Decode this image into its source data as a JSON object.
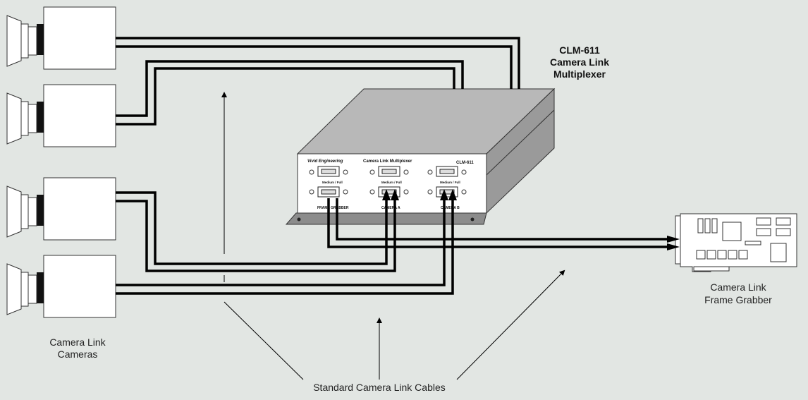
{
  "multiplexer_title": {
    "line1": "CLM-611",
    "line2": "Camera Link",
    "line3": "Multiplexer"
  },
  "device_panel": {
    "brand": "Vivid Engineering",
    "name": "Camera Link Multiplexer",
    "model": "CLM-611",
    "port_mode_label": "Medium / Full",
    "port_labels": [
      "FRAME GRABBER",
      "CAMERA A",
      "CAMERA B"
    ]
  },
  "labels": {
    "cameras": [
      "Camera Link",
      "Cameras"
    ],
    "frame_grabber": [
      "Camera Link",
      "Frame Grabber"
    ],
    "cables": "Standard Camera Link Cables"
  },
  "colors": {
    "background": "#e2e6e3",
    "box_front": "#ffffff",
    "box_top": "#b8b8b8",
    "box_side": "#9a9a9a",
    "cable": "#000000"
  }
}
